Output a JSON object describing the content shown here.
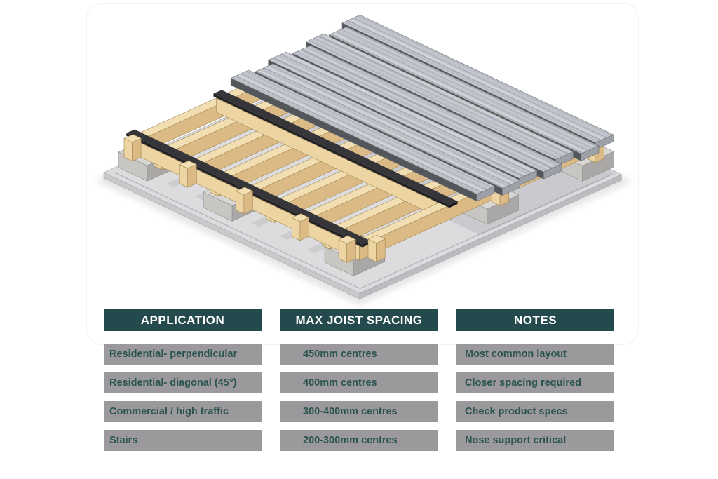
{
  "page": {
    "background": "#ffffff"
  },
  "illustration": {
    "alt": "Isometric cutaway of a composite deck build-up: ground slab, concrete support pads, timber joist sub-frame with black joist protection tape, and grey composite deck boards partially laid",
    "parts": [
      "ground-slab",
      "concrete-pad",
      "timber-joist-frame",
      "joist-protection-tape",
      "composite-deck-boards",
      "support-posts"
    ],
    "colors": {
      "slab_top": "#dcdcde",
      "slab_side": "#c9c9cc",
      "slab_side2": "#bcbcc0",
      "slab_line": "#a7a7ab",
      "pad_top": "#d8d7d4",
      "pad_side": "#c7c6c3",
      "pad_side2": "#a9a8a6",
      "pad_line": "#8f8f8d",
      "timber_top": "#f1deb3",
      "timber_side": "#ecd4a3",
      "timber_side2": "#dcba85",
      "timber_line": "#a3874f",
      "tape_top": "#36363a",
      "tape_side": "#232327",
      "tape_side2": "#1a1a1e",
      "board_side": "#53565b",
      "board_end": "#9da0a7",
      "board_line": "#6d7076",
      "shadow": "#70707a"
    }
  },
  "table": {
    "header_bg": "#254a4d",
    "header_text": "#ffffff",
    "row_bg": "#9b999c",
    "row_text": "#2a5450",
    "columns": [
      {
        "header": "APPLICATION",
        "rows": [
          "Residential- perpendicular",
          "Residential- diagonal (45°)",
          "Commercial / high traffic",
          "Stairs"
        ]
      },
      {
        "header": "MAX JOIST SPACING",
        "rows": [
          "450mm centres",
          "400mm centres",
          "300-400mm centres",
          "200-300mm centres"
        ]
      },
      {
        "header": "NOTES",
        "rows": [
          "Most common layout",
          "Closer spacing required",
          "Check product specs",
          "Nose support critical"
        ]
      }
    ]
  }
}
